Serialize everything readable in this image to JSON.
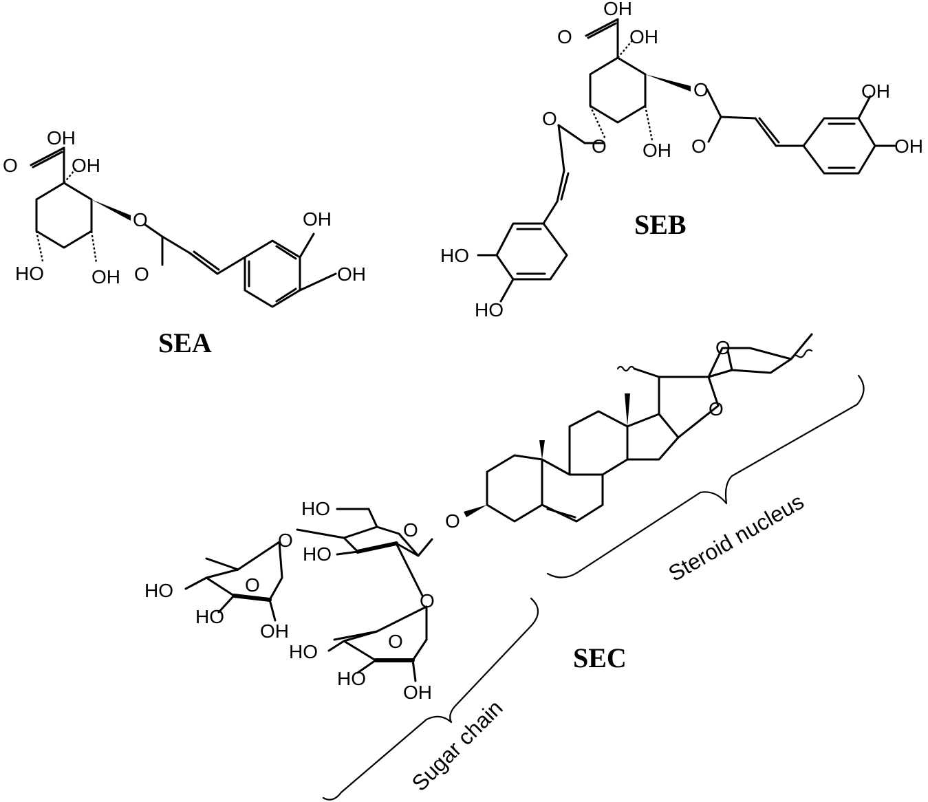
{
  "compounds": {
    "sea": {
      "label": "SEA"
    },
    "seb": {
      "label": "SEB"
    },
    "sec": {
      "label": "SEC"
    }
  },
  "atoms": {
    "oh": "OH",
    "ho": "HO",
    "o": "O"
  },
  "annotations": {
    "steroid": "Steroid nucleus",
    "sugar": "Sugar chain"
  }
}
